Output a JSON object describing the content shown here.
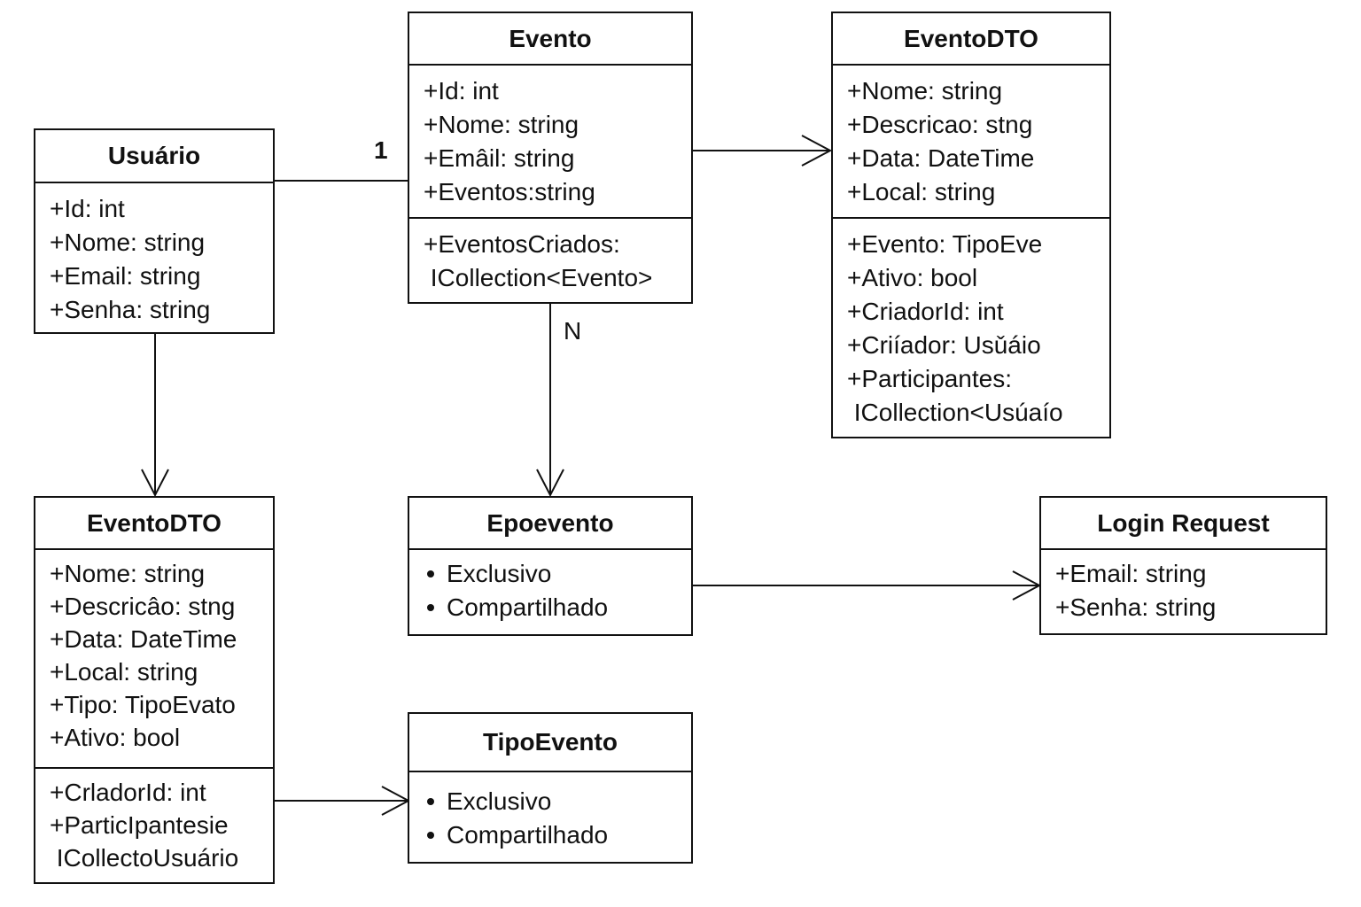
{
  "classes": {
    "evento": {
      "title": "Evento",
      "attributes": [
        "+Id: int",
        "+Nome: string",
        "+Emâil: string",
        "+Eventos:string"
      ],
      "relations": [
        "+EventosCriados:",
        " ICollection<Evento>"
      ]
    },
    "eventodto_top": {
      "title": "EventoDTO",
      "attributes": [
        "+Nome: string",
        "+Descricao: stng",
        "+Data: DateTime",
        "+Local: string"
      ],
      "relations": [
        "+Evento: TipoEve",
        "+Ativo: bool",
        "+CriadorId: int",
        "+Criíador: Usǔáio",
        "+Participantes:",
        " ICollection<Usúaío"
      ]
    },
    "usuario": {
      "title": "Usuário",
      "attributes": [
        "+Id: int",
        "+Nome: string",
        "+Email: string",
        "+Senha: string"
      ]
    },
    "eventodto_bottom": {
      "title": "EventoDTO",
      "attributes": [
        "+Nome: string",
        "+Descricâo: stng",
        "+Data: DateTime",
        "+Local: string",
        "+Tipo: TipoEvato",
        "+Ativo: bool"
      ],
      "relations": [
        "+CrladorId: int",
        "+ParticIpantesie",
        " ICollectoUsuário"
      ]
    },
    "epoevento": {
      "title": "Epoevento",
      "items": [
        "Exclusivo",
        "Compartilhado"
      ]
    },
    "loginrequest": {
      "title": "Login Request",
      "attributes": [
        "+Email: string",
        "+Senha: string"
      ]
    },
    "tipoevento": {
      "title": "TipoEvento",
      "items": [
        "Exclusivo",
        "Compartilhado"
      ]
    }
  },
  "multiplicities": {
    "usuario_evento": "1",
    "evento_epoevento": "N"
  }
}
